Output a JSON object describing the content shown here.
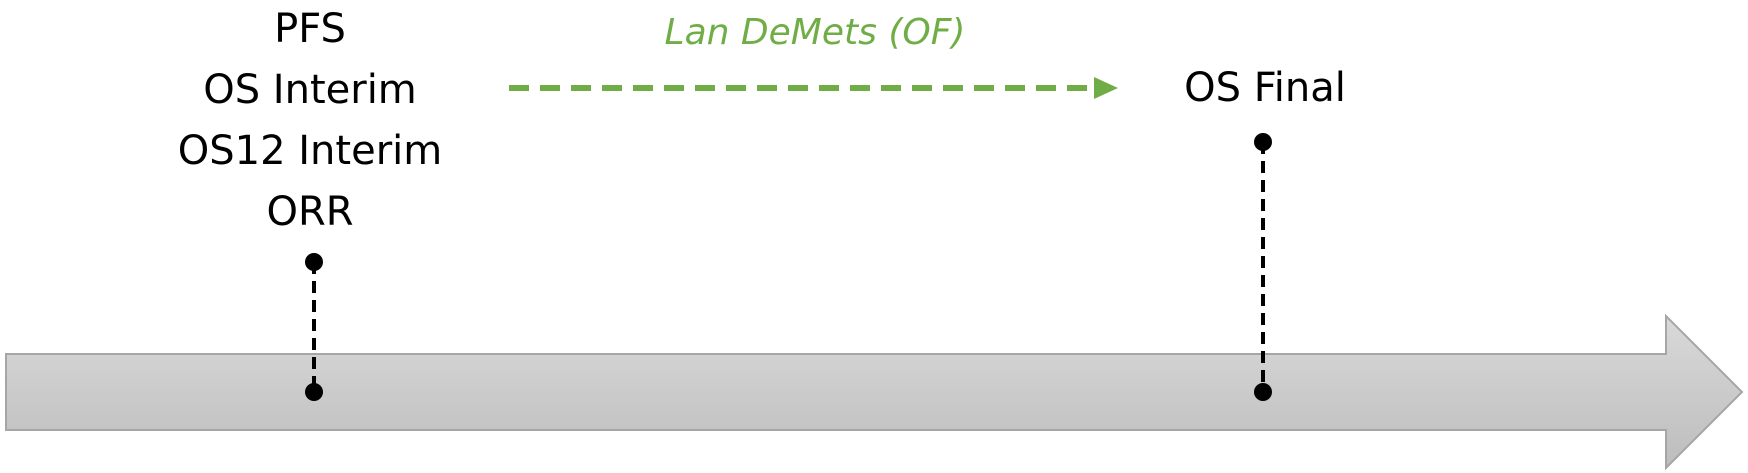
{
  "milestones": {
    "early": {
      "labels": [
        "PFS",
        "OS Interim",
        "OS12 Interim",
        "ORR"
      ]
    },
    "final": {
      "label": "OS Final"
    }
  },
  "transition": {
    "label": "Lan DeMets (OF)",
    "color": "#70ad47"
  },
  "colors": {
    "timeline_fill": "#c8c8c8",
    "timeline_stroke": "#a6a6a6",
    "marker": "#000000"
  }
}
